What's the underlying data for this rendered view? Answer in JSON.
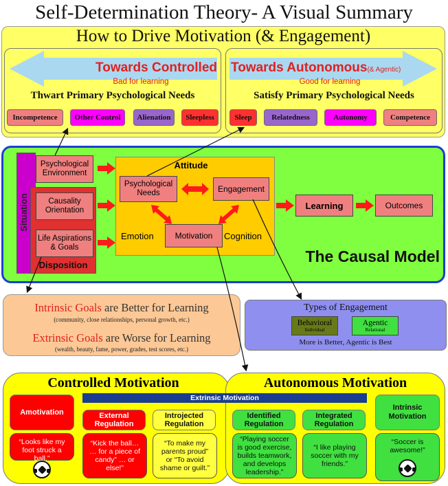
{
  "title": "Self-Determination Theory- A Visual Summary",
  "drive": {
    "title": "How to Drive Motivation (& Engagement)",
    "controlled": {
      "heading": "Towards Controlled",
      "sub": "Bad for learning",
      "needs_title": "Thwart Primary Psychological Needs",
      "pills": [
        "Incompetence",
        "Other Control",
        "Alienation",
        "Sleepless"
      ]
    },
    "autonomous": {
      "heading": "Towards Autonomous",
      "heading_note": "(& Agentic)",
      "sub": "Good for learning",
      "needs_title": "Satisfy Primary Psychological Needs",
      "pills": [
        "Sleep",
        "Relatedness",
        "Autonomy",
        "Competence"
      ]
    }
  },
  "model": {
    "title": "The Causal Model",
    "situation_label": "Situation",
    "disposition_label": "Disposition",
    "psych_env": "Psychological Environment",
    "causality": "Causality Orientation",
    "life_aspirations": "Life Aspirations & Goals",
    "attitude_label": "Attitude",
    "emotion_label": "Emotion",
    "cognition_label": "Cognition",
    "psych_needs": "Psychological Needs",
    "engagement": "Engagement",
    "motivation": "Motivation",
    "learning": "Learning",
    "outcomes": "Outcomes"
  },
  "goals": {
    "intrinsic_key": "Intrinsic Goals",
    "intrinsic_rest": " are Better for Learning",
    "intrinsic_examples": "(community, close relationships, personal growth, etc.)",
    "extrinsic_key": "Extrinsic Goals",
    "extrinsic_rest": " are Worse for Learning",
    "extrinsic_examples": "(wealth, beauty, fame, power, grades, test scores, etc.)"
  },
  "engagement_types": {
    "title": "Types of Engagement",
    "behavioral": "Behavioral",
    "behavioral_sub": "Individual",
    "agentic": "Agentic",
    "agentic_sub": "Relational",
    "footer": "More is Better, Agentic is Best"
  },
  "motivation": {
    "controlled_title": "Controlled Motivation",
    "autonomous_title": "Autonomous Motivation",
    "extrinsic_bar": "Extrinsic Motivation",
    "amotivation": "Amotivation",
    "external": "External Regulation",
    "introjected": "Introjected Regulation",
    "identified": "Identified Regulation",
    "integrated": "Integrated Regulation",
    "intrinsic": "Intrinsic Motivation",
    "q_amotivation": "“Looks like my foot struck a ball.”",
    "q_external": "“Kick the ball… … for a piece of candy” … or else!”",
    "q_introjected": "“To make my parents proud” or “To avoid shame or guilt.”",
    "q_identified": "“Playing soccer is good exercise, builds teamwork, and develops leadership.”",
    "q_integrated": "“I like playing soccer with my friends.”",
    "q_intrinsic": "“Soccer is awesome!”"
  },
  "colors": {
    "yellow": "#ffff66",
    "green": "#80ff40",
    "salmon": "#f08080",
    "red": "#ff0000",
    "magenta": "#ff00ff",
    "purple": "#9966cc",
    "navy": "#1a3d8f"
  }
}
